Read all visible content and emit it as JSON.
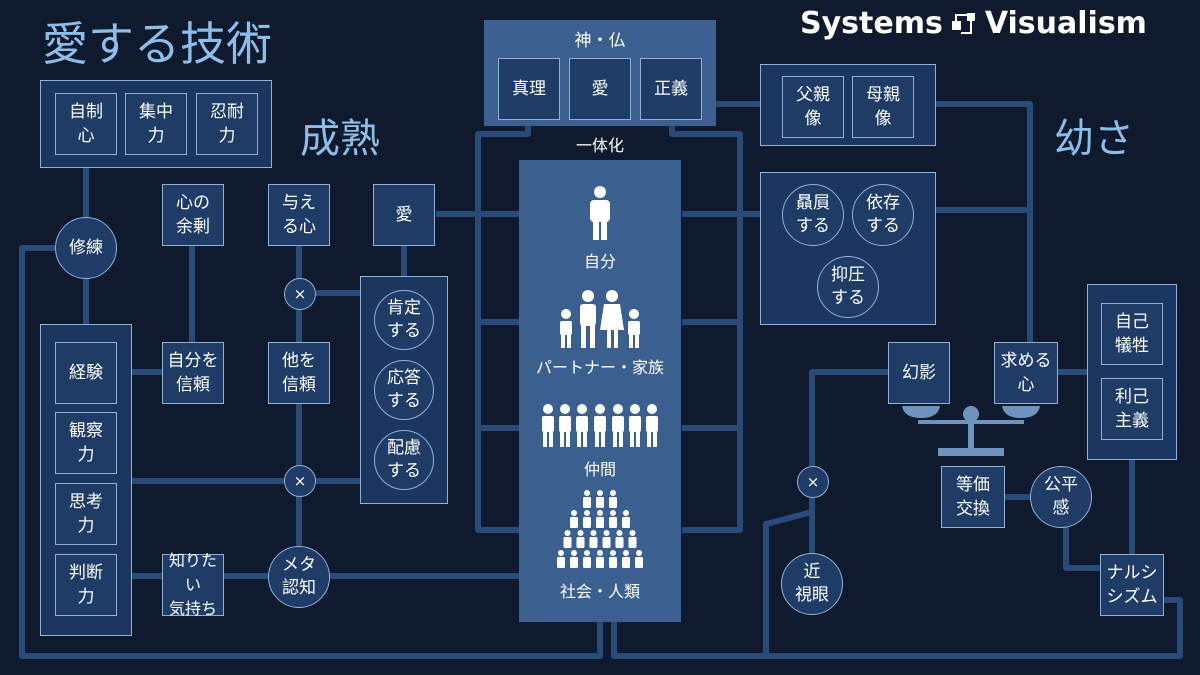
{
  "title": "愛する技術",
  "brand": {
    "name_left": "Systems",
    "name_right": "Visualism",
    "icon": "systems-visualism-logo-icon"
  },
  "headings": {
    "maturity": "成熟",
    "childishness": "幼さ"
  },
  "left": {
    "virtues": [
      "自制\n心",
      "集中\n力",
      "忍耐\n力"
    ],
    "training": "修練",
    "growth_inputs": [
      "経験",
      "観察\n力",
      "思考\n力",
      "判断\n力"
    ],
    "heart_surplus": "心の\n余剰",
    "giving_heart": "与え\nる心",
    "self_trust": "自分を\n信頼",
    "trust_others": "他を\n信頼",
    "curiosity": "知りたい\n気持ち",
    "metacognition": "メタ\n認知",
    "multiply_symbol": "×",
    "love": "愛",
    "love_actions": [
      "肯定\nする",
      "応答\nする",
      "配慮\nする"
    ]
  },
  "center": {
    "divine_title": "神・仏",
    "divine_items": [
      "真理",
      "愛",
      "正義"
    ],
    "unity": "一体化",
    "tiers": [
      {
        "label": "自分",
        "icon": "person-icon"
      },
      {
        "label": "パートナー・家族",
        "icon": "family-icon"
      },
      {
        "label": "仲間",
        "icon": "group-of-people-icon"
      },
      {
        "label": "社会・人類",
        "icon": "crowd-pyramid-icon"
      }
    ]
  },
  "right": {
    "parent_images": [
      "父親\n像",
      "母親\n像"
    ],
    "dependency": [
      "贔屓\nする",
      "依存\nする",
      "抑圧\nする"
    ],
    "illusion": "幻影",
    "seeking_heart": "求める\n心",
    "selfish": [
      "自己\n犠牲",
      "利己\n主義"
    ],
    "equal_exchange": "等価\n交換",
    "fairness": "公平\n感",
    "narcissism": "ナルシ\nシズム",
    "myopia": "近\n視眼",
    "multiply_symbol": "×",
    "scale_icon": "balance-scale-icon"
  },
  "colors": {
    "background": "#0f1a2e",
    "box_fill": "#1e3c66",
    "border": "#8fb1d6",
    "wire": "#2a4a78",
    "panel": "#3b5f8e",
    "accent_text": "#8fbde8"
  }
}
